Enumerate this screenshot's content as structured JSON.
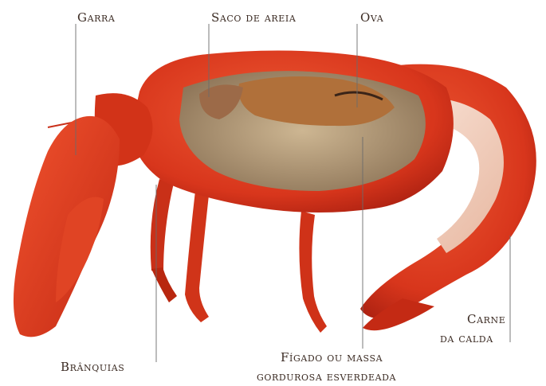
{
  "labels": {
    "claw": "Garra",
    "grit_sac": "Saco de areia",
    "roe": "Ova",
    "gills": "Brânquias",
    "liver_line1": "Fígado ou massa",
    "liver_line2": "gordurosa esverdeada",
    "tail_meat_line1": "Carne",
    "tail_meat_line2": "da calda"
  },
  "colors": {
    "shell_red": "#d8361c",
    "shell_dark": "#a81f10",
    "roe_brown": "#b0703a",
    "tomalley": "#b59c78",
    "tail_flesh": "#f2d4c4"
  }
}
